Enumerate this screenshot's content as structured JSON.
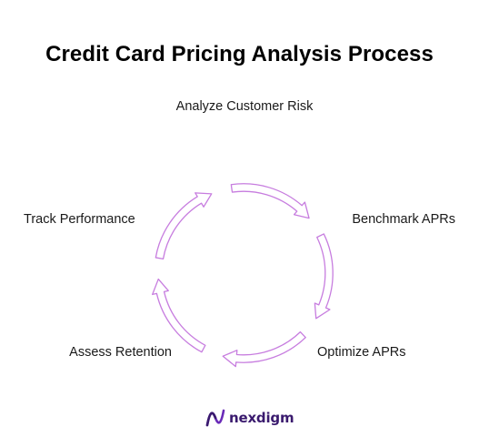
{
  "title": "Credit Card Pricing Analysis Process",
  "steps": [
    {
      "label": "Analyze Customer Risk"
    },
    {
      "label": "Benchmark APRs"
    },
    {
      "label": "Optimize APRs"
    },
    {
      "label": "Assess Retention"
    },
    {
      "label": "Track Performance"
    }
  ],
  "cycle": {
    "arrow_color": "#c77ddf",
    "arrow_fill": "#ffffff",
    "arrow_count": 5
  },
  "brand": {
    "name": "nexdigm",
    "logo_icon": "nexdigm-logo-icon"
  }
}
